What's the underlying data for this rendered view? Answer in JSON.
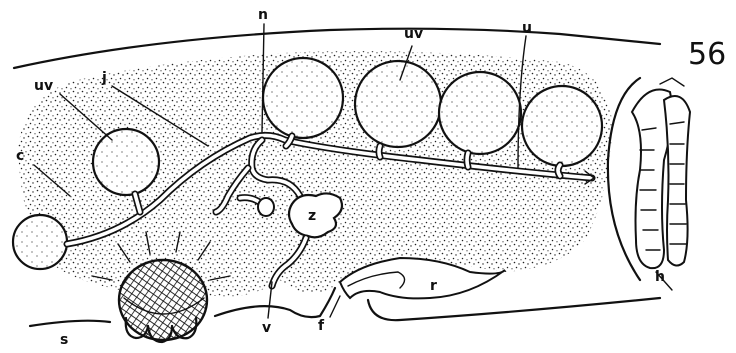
{
  "figure": {
    "number": "56",
    "labels": {
      "n": "n",
      "uv_top": "uv",
      "u": "u",
      "uv_left": "uv",
      "j": "j",
      "c": "c",
      "z": "z",
      "r": "r",
      "h": "h",
      "s": "s",
      "v": "v",
      "f": "f"
    }
  }
}
